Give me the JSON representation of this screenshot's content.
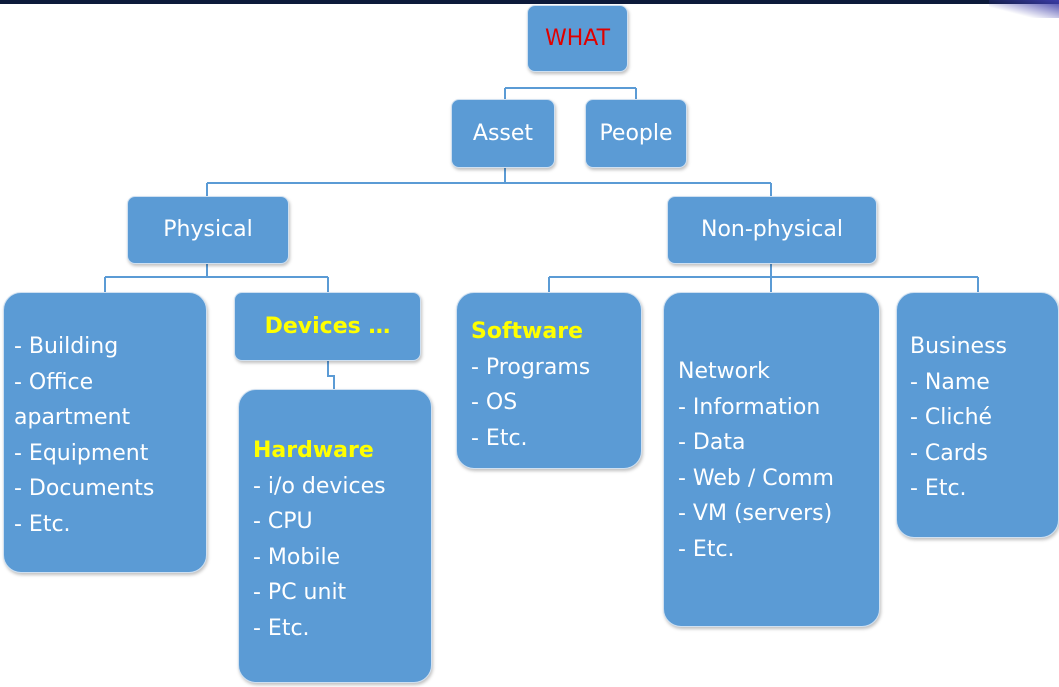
{
  "colors": {
    "box_fill": "#5b9bd5",
    "connector": "#5b9bd5",
    "title_text": "#e00000",
    "highlight_text": "#ffff00"
  },
  "nodes": {
    "what": "WHAT",
    "asset": "Asset",
    "people": "People",
    "physical": "Physical",
    "nonphysical": "Non-physical",
    "physical_items": [
      "- Building",
      "- Office",
      "apartment",
      "- Equipment",
      "- Documents",
      "- Etc."
    ],
    "devices": "Devices …",
    "hardware": {
      "title": "Hardware",
      "items": [
        "- i/o devices",
        "- CPU",
        "- Mobile",
        "- PC unit",
        "- Etc."
      ]
    },
    "software": {
      "title": "Software",
      "items": [
        "- Programs",
        "- OS",
        "- Etc."
      ]
    },
    "network": {
      "title": "Network",
      "items": [
        "- Information",
        "- Data",
        "- Web / Comm",
        "- VM (servers)",
        "- Etc."
      ]
    },
    "business": {
      "title": "Business",
      "items": [
        "- Name",
        "- Cliché",
        "- Cards",
        "- Etc."
      ]
    }
  }
}
